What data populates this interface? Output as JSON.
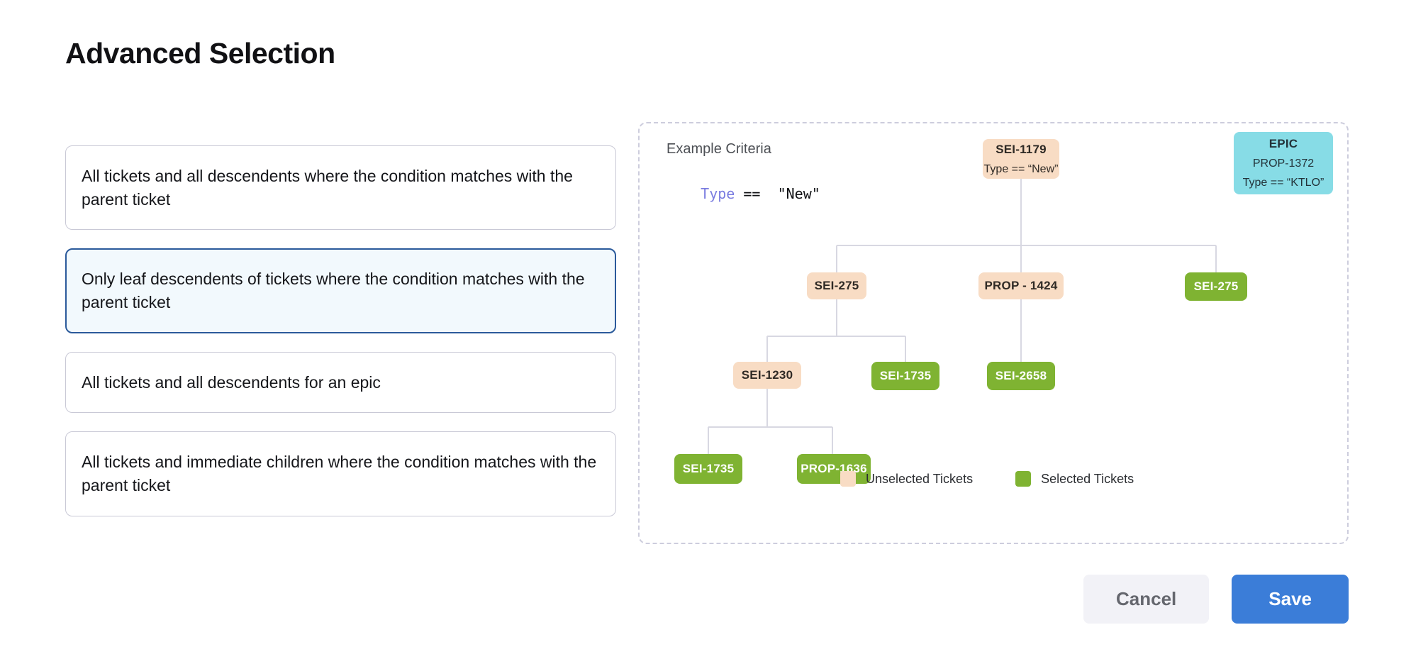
{
  "page": {
    "title": "Advanced Selection"
  },
  "options": [
    {
      "label": "All tickets and all descendents where the condition matches with the parent ticket",
      "selected": false
    },
    {
      "label": "Only leaf descendents of tickets where the condition matches with the parent ticket",
      "selected": true
    },
    {
      "label": "All tickets and all descendents for an epic",
      "selected": false
    },
    {
      "label": "All tickets and immediate children where the condition matches with the parent ticket",
      "selected": false
    }
  ],
  "diagram": {
    "criteria_title": "Example Criteria",
    "criteria_field": "Type",
    "criteria_operator": "==",
    "criteria_value": "\"New\"",
    "nodes": {
      "root": {
        "id": "SEI-1179",
        "condition": "Type == “New”",
        "state": "unselected"
      },
      "epic": {
        "kind": "EPIC",
        "id": "PROP-1372",
        "condition": "Type == “KTLO”",
        "state": "epic"
      },
      "sei275a": {
        "id": "SEI-275",
        "state": "unselected"
      },
      "prop1424": {
        "id": "PROP - 1424",
        "state": "unselected"
      },
      "sei275b": {
        "id": "SEI-275",
        "state": "selected"
      },
      "sei1230": {
        "id": "SEI-1230",
        "state": "unselected"
      },
      "sei1735a": {
        "id": "SEI-1735",
        "state": "selected"
      },
      "sei2658": {
        "id": "SEI-2658",
        "state": "selected"
      },
      "sei1735b": {
        "id": "SEI-1735",
        "state": "selected"
      },
      "prop1636": {
        "id": "PROP-1636",
        "state": "selected"
      }
    },
    "legend": [
      {
        "label": "Unselected Tickets",
        "color": "#f8dcc4"
      },
      {
        "label": "Selected Tickets",
        "color": "#7fb332"
      }
    ]
  },
  "footer": {
    "cancel_label": "Cancel",
    "save_label": "Save"
  },
  "colors": {
    "accent_primary": "#3b7dd8",
    "selected_card_border": "#2b5a9b",
    "selected_card_bg": "#f2f9fd",
    "unselected_ticket": "#f8dcc4",
    "selected_ticket": "#7fb332",
    "epic_ticket": "#87dce6",
    "criteria_keyword": "#7a7ce0"
  }
}
